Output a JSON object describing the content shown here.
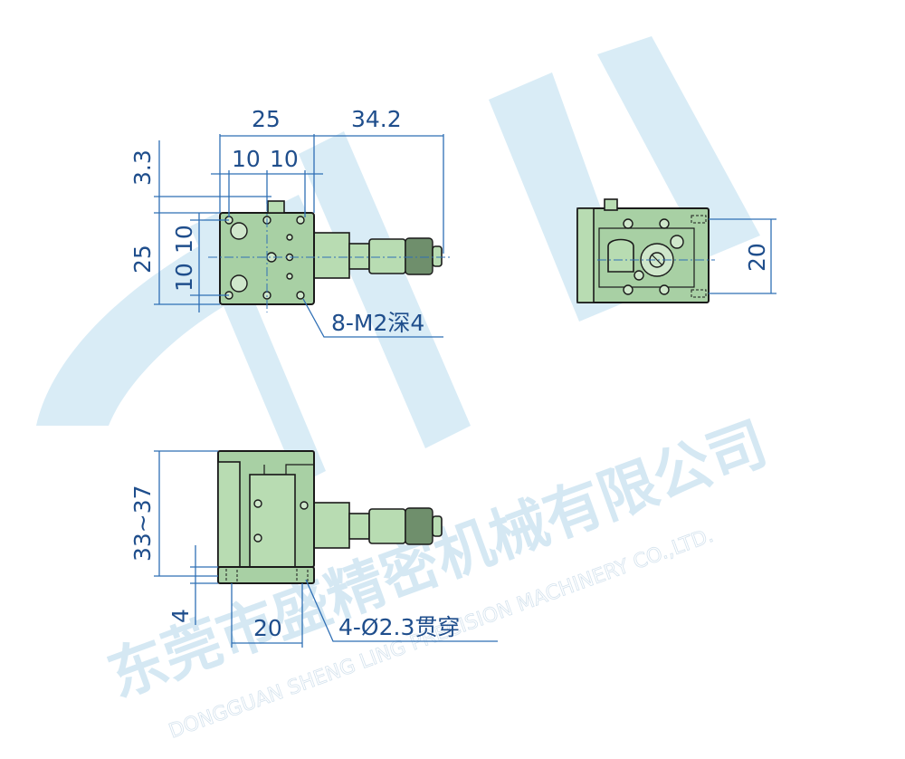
{
  "watermark": {
    "company_cn": "东莞市盛精密机械有限公司",
    "company_en": "DONGGUAN SHENG LING PRECISION MACHINERY CO.,LTD."
  },
  "dimensions": {
    "top_width": "25",
    "top_reach": "34.2",
    "top_pitch_a": "10",
    "top_pitch_b": "10",
    "left_offset": "3.3",
    "left_height": "25",
    "left_pitch_a": "10",
    "left_pitch_b": "10",
    "side_pitch": "20",
    "height_range": "33~37",
    "base_thickness": "4",
    "base_pitch": "20"
  },
  "callouts": {
    "tapped_holes": "8-M2深4",
    "through_holes": "4-Ø2.3贯穿"
  },
  "colors": {
    "part_fill": "#a8d0a4",
    "dimension": "#1f4e8c",
    "watermark": "#d9ecf6"
  }
}
